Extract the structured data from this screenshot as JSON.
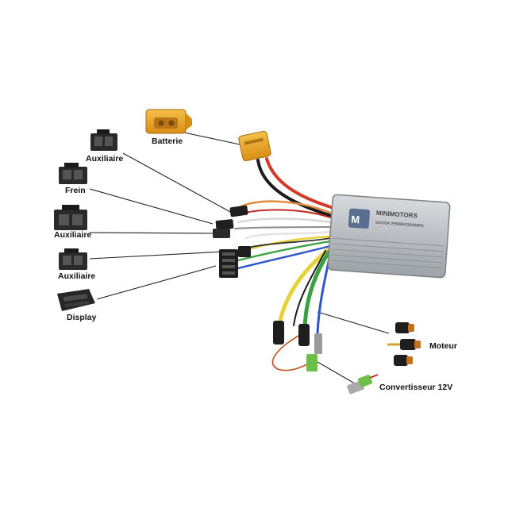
{
  "labels": {
    "batterie": "Batterie",
    "auxiliaire_1": "Auxiliaire",
    "frein": "Frein",
    "auxiliaire_2": "Auxiliaire",
    "auxiliaire_3": "Auxiliaire",
    "display": "Display",
    "moteur": "Moteur",
    "convertisseur": "Convertisseur 12V"
  },
  "controller": {
    "brand": "MINIMOTORS",
    "spec": "52V35A 2P6086S3(HSMR)"
  },
  "colors": {
    "connector_yellow": "#e9a423",
    "controller_body": "#b9bdc2",
    "wire_red": "#d23a2a",
    "wire_black": "#1b1b1b",
    "wire_yellow": "#e7d23a",
    "wire_green": "#3aa040",
    "wire_blue": "#2f56c8",
    "motor_bullet": "#c2701e"
  }
}
